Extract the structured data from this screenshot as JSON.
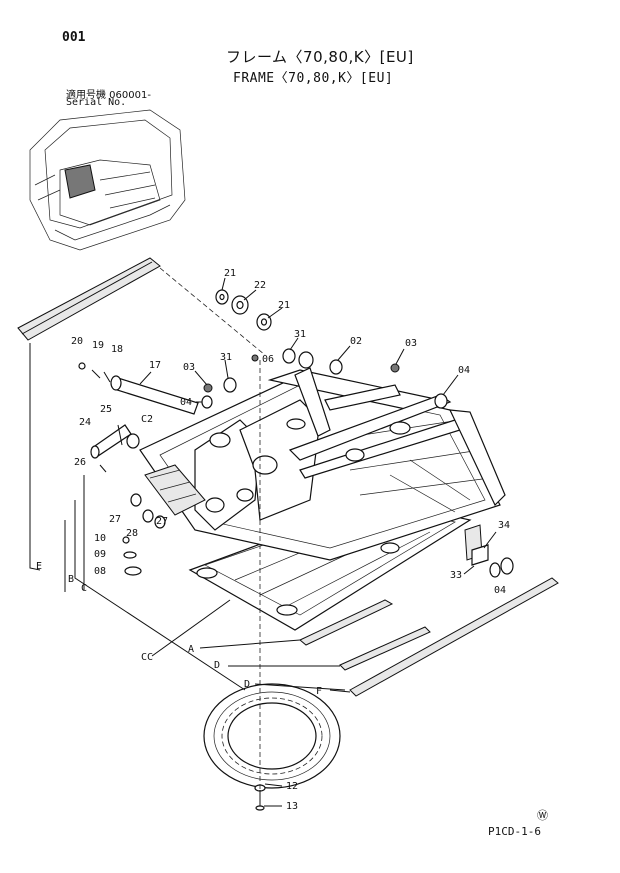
{
  "page_number": "001",
  "title_jp": "フレーム〈70,80,K〉[EU]",
  "title_en": "FRAME〈70,80,K〉[EU]",
  "serial_label_jp": "適用号機  060001-",
  "serial_label_en": "Serial No.",
  "drawing_code": "P1CD-1-6",
  "corner_mark": "Ⓦ",
  "callouts": {
    "c21a": "21",
    "c22": "22",
    "c21b": "21",
    "c31a": "31",
    "c02": "02",
    "c20": "20",
    "c19": "19",
    "c18": "18",
    "c17": "17",
    "c31b": "31",
    "c06": "06",
    "c03a": "03",
    "c03b": "03",
    "c04a": "04",
    "c04b": "04",
    "c25": "25",
    "c24": "24",
    "cC2": "C2",
    "c26": "26",
    "c27a": "27",
    "c27b": "27",
    "c28": "28",
    "c10": "10",
    "c09": "09",
    "c08": "08",
    "c34": "34",
    "c33": "33",
    "c04c": "04",
    "c12": "12",
    "c13": "13",
    "lE": "E",
    "lB": "B",
    "lC": "C",
    "lCC": "CC",
    "lA": "A",
    "lD1": "D",
    "lD2": "D",
    "lF": "F"
  }
}
